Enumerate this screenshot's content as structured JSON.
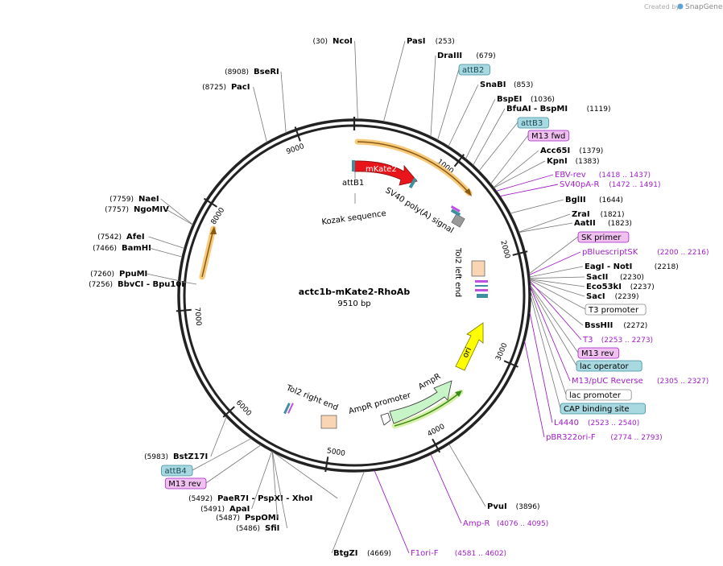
{
  "credit": {
    "prefix": "Created by",
    "brand": "SnapGene"
  },
  "plasmid": {
    "name": "actc1b-mKate2-RhoAb",
    "length_label": "9510 bp",
    "length_bp": 9510
  },
  "ruler_ticks": [
    {
      "label": "1000",
      "bp": 1000
    },
    {
      "label": "2000",
      "bp": 2000
    },
    {
      "label": "3000",
      "bp": 3000
    },
    {
      "label": "4000",
      "bp": 4000
    },
    {
      "label": "5000",
      "bp": 5000
    },
    {
      "label": "6000",
      "bp": 6000
    },
    {
      "label": "7000",
      "bp": 7000
    },
    {
      "label": "8000",
      "bp": 8000
    },
    {
      "label": "9000",
      "bp": 9000
    }
  ],
  "annotations_right": [
    {
      "type": "site",
      "name": "PasI",
      "pos": "(253)",
      "bp": 253
    },
    {
      "type": "site",
      "name": "DraIII",
      "pos": "(679)",
      "bp": 679
    },
    {
      "type": "box",
      "name": "attB2",
      "bp": 745,
      "fill": "#a8d8e0",
      "stroke": "#3e8fa0",
      "color": "#1a4a57"
    },
    {
      "type": "site",
      "name": "SnaBI",
      "pos": "(853)",
      "bp": 853
    },
    {
      "type": "site",
      "name": "BspEI",
      "pos": "(1036)",
      "bp": 1036
    },
    {
      "type": "site",
      "name": "BfuAI",
      "name2": "BspMI",
      "pos": "(1119)",
      "bp": 1119
    },
    {
      "type": "box",
      "name": "attB3",
      "bp": 1190,
      "fill": "#a8d8e0",
      "stroke": "#3e8fa0",
      "color": "#1a4a57"
    },
    {
      "type": "box",
      "name": "M13 fwd",
      "bp": 1340,
      "fill": "#f0c0f0",
      "stroke": "#a020c8",
      "color": "#000000"
    },
    {
      "type": "site",
      "name": "Acc65I",
      "pos": "(1379)",
      "bp": 1379
    },
    {
      "type": "site",
      "name": "KpnI",
      "pos": "(1383)",
      "bp": 1383
    },
    {
      "type": "primer",
      "name": "EBV-rev",
      "pos": "(1418 .. 1437)",
      "bp": 1418
    },
    {
      "type": "primer",
      "name": "SV40pA-R",
      "pos": "(1472 .. 1491)",
      "bp": 1472
    },
    {
      "type": "site",
      "name": "BglII",
      "pos": "(1644)",
      "bp": 1644
    },
    {
      "type": "site",
      "name": "ZraI",
      "pos": "(1821)",
      "bp": 1821
    },
    {
      "type": "site",
      "name": "AatII",
      "pos": "(1823)",
      "bp": 1823
    },
    {
      "type": "box",
      "name": "SK primer",
      "bp": 2190,
      "fill": "#f0c0f0",
      "stroke": "#a020c8",
      "color": "#000000"
    },
    {
      "type": "primer",
      "name": "pBluescriptSK",
      "pos": "(2200 .. 2216)",
      "bp": 2200
    },
    {
      "type": "site",
      "name": "EagI",
      "name2": "NotI",
      "pos": "(2218)",
      "bp": 2218
    },
    {
      "type": "site",
      "name": "SacII",
      "pos": "(2230)",
      "bp": 2230
    },
    {
      "type": "site",
      "name": "Eco53kI",
      "pos": "(2237)",
      "bp": 2237
    },
    {
      "type": "site",
      "name": "SacI",
      "pos": "(2239)",
      "bp": 2239
    },
    {
      "type": "box",
      "name": "T3 promoter",
      "bp": 2245,
      "fill": "#ffffff",
      "stroke": "#888888",
      "color": "#000000"
    },
    {
      "type": "site",
      "name": "BssHII",
      "pos": "(2272)",
      "bp": 2272
    },
    {
      "type": "primer",
      "name": "T3",
      "pos": "(2253 .. 2273)",
      "bp": 2253
    },
    {
      "type": "box",
      "name": "M13 rev",
      "bp": 2290,
      "fill": "#f0c0f0",
      "stroke": "#a020c8",
      "color": "#000000"
    },
    {
      "type": "box",
      "name": "lac operator",
      "bp": 2300,
      "fill": "#a8d8e0",
      "stroke": "#3e8fa0",
      "color": "#000000"
    },
    {
      "type": "primer",
      "name": "M13/pUC Reverse",
      "pos": "(2305 .. 2327)",
      "bp": 2305
    },
    {
      "type": "box",
      "name": "lac promoter",
      "bp": 2340,
      "fill": "#ffffff",
      "stroke": "#888888",
      "color": "#000000"
    },
    {
      "type": "box",
      "name": "CAP binding site",
      "bp": 2380,
      "fill": "#a8d8e0",
      "stroke": "#3e8fa0",
      "color": "#000000"
    },
    {
      "type": "primer",
      "name": "L4440",
      "pos": "(2523 .. 2540)",
      "bp": 2523
    },
    {
      "type": "primer",
      "name": "pBR322ori-F",
      "pos": "(2774 .. 2793)",
      "bp": 2774
    }
  ],
  "annotations_bottom_right": [
    {
      "type": "site",
      "name": "PvuI",
      "pos": "(3896)",
      "bp": 3896
    },
    {
      "type": "primer",
      "name": "Amp-R",
      "pos": "(4076 .. 4095)",
      "bp": 4076
    },
    {
      "type": "primer",
      "name": "F1ori-F",
      "pos": "(4581 .. 4602)",
      "bp": 4581
    },
    {
      "type": "site",
      "name": "BtgZI",
      "pos": "(4669)",
      "bp": 4669
    }
  ],
  "annotations_left": [
    {
      "type": "site",
      "name": "NcoI",
      "pos": "(30)",
      "bp": 30
    },
    {
      "type": "site",
      "name": "BseRI",
      "pos": "(8908)",
      "bp": 8908
    },
    {
      "type": "site",
      "name": "PacI",
      "pos": "(8725)",
      "bp": 8725
    },
    {
      "type": "site",
      "name": "NaeI",
      "pos": "(7759)",
      "bp": 7759
    },
    {
      "type": "site",
      "name": "NgoMIV",
      "pos": "(7757)",
      "bp": 7757
    },
    {
      "type": "site",
      "name": "AfeI",
      "pos": "(7542)",
      "bp": 7542
    },
    {
      "type": "site",
      "name": "BamHI",
      "pos": "(7466)",
      "bp": 7466
    },
    {
      "type": "site",
      "name": "PpuMI",
      "pos": "(7260)",
      "bp": 7260
    },
    {
      "type": "site",
      "name": "BbvCI",
      "name2": "Bpu10I",
      "pos": "(7256)",
      "bp": 7256
    },
    {
      "type": "site",
      "name": "BstZ17I",
      "pos": "(5983)",
      "bp": 5983
    },
    {
      "type": "box",
      "name": "attB4",
      "bp": 5700,
      "fill": "#a8d8e0",
      "stroke": "#3e8fa0",
      "color": "#1a4a57"
    },
    {
      "type": "box",
      "name": "M13 rev",
      "bp": 5600,
      "fill": "#f0c0f0",
      "stroke": "#a020c8",
      "color": "#000000"
    },
    {
      "type": "site",
      "name": "PaeR7I",
      "name2": "PspXI",
      "name3": "XhoI",
      "pos": "(5492)",
      "bp": 5492
    },
    {
      "type": "site",
      "name": "ApaI",
      "pos": "(5491)",
      "bp": 5491
    },
    {
      "type": "site",
      "name": "PspOMI",
      "pos": "(5487)",
      "bp": 5487
    },
    {
      "type": "site",
      "name": "SfiI",
      "pos": "(5486)",
      "bp": 5486
    }
  ],
  "features": [
    {
      "name": "mKate2",
      "label": "mKate2",
      "color": "#e8161b",
      "text_color": "#ffffff"
    },
    {
      "name": "attB1",
      "label": "attB1"
    },
    {
      "name": "sv40-polya",
      "label": "SV40 poly(A) signal"
    },
    {
      "name": "kozak",
      "label": "Kozak sequence"
    },
    {
      "name": "tol2-left",
      "label": "Tol2 left end"
    },
    {
      "name": "tol2-right",
      "label": "Tol2 right end"
    },
    {
      "name": "ori",
      "label": "ori",
      "color": "#ffff00"
    },
    {
      "name": "ampr",
      "label": "AmpR",
      "color": "#c8f5c8"
    },
    {
      "name": "ampr-promoter",
      "label": "AmpR promoter"
    }
  ],
  "colors": {
    "backbone": "#222222",
    "orf_outline": "#f7c97a",
    "orf_arrow": "#8a5a14",
    "amp_orf_arrow": "#3a8a1a",
    "primer": "#a020c8",
    "attb": "#3e8fa0",
    "tol2": "#f9d5b4"
  }
}
